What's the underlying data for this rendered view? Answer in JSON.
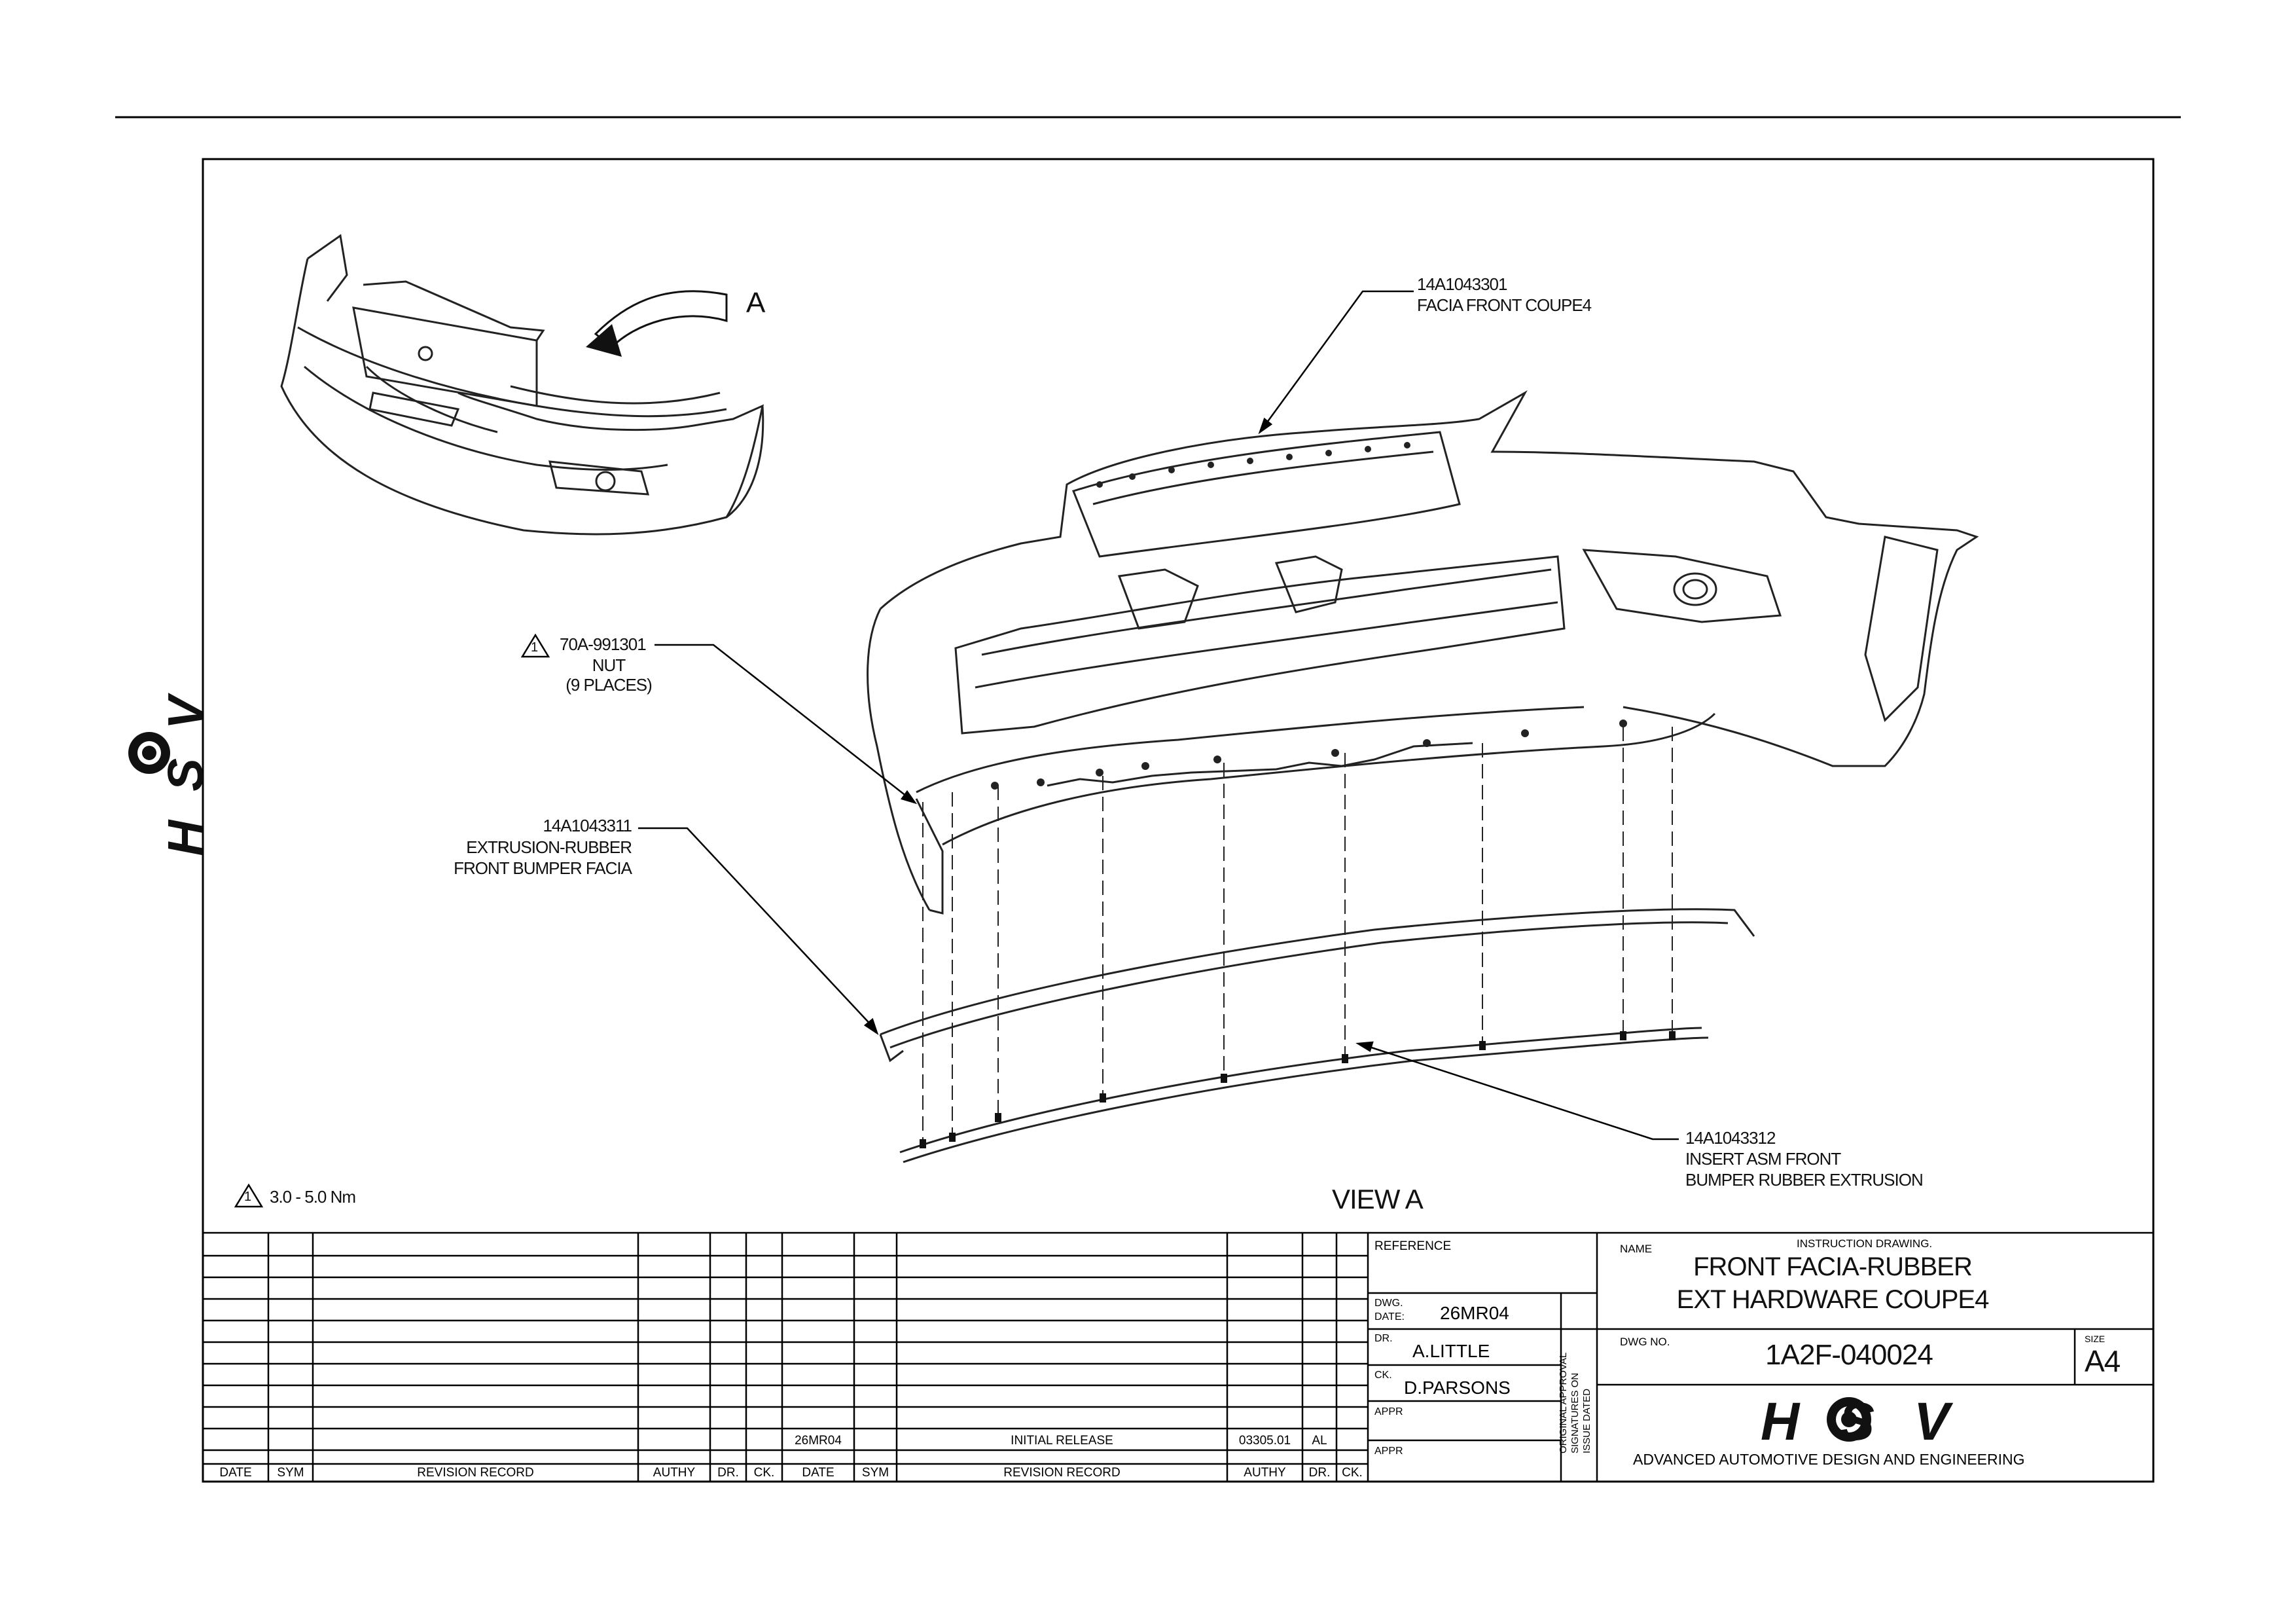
{
  "callouts": {
    "facia": {
      "part": "14A1043301",
      "desc": "FACIA FRONT COUPE4"
    },
    "nut": {
      "part": "70A-991301",
      "desc": "NUT",
      "qty": "(9 PLACES)",
      "note_marker": "1"
    },
    "extrusion": {
      "part": "14A1043311",
      "line1": "EXTRUSION-RUBBER",
      "line2": "FRONT BUMPER FACIA"
    },
    "insert": {
      "part": "14A1043312",
      "line1": "INSERT ASM FRONT",
      "line2": "BUMPER RUBBER EXTRUSION"
    },
    "view_arrow_label": "A"
  },
  "note": {
    "marker": "1",
    "text": "3.0 - 5.0 Nm"
  },
  "view_label": "VIEW A",
  "side_logo_text": "HSV",
  "revision_table": {
    "headers_left": [
      "DATE",
      "SYM",
      "REVISION RECORD",
      "AUTHY",
      "DR.",
      "CK."
    ],
    "headers_right": [
      "DATE",
      "SYM",
      "REVISION RECORD",
      "AUTHY",
      "DR.",
      "CK."
    ],
    "entry": {
      "date": "26MR04",
      "sym": "",
      "record": "INITIAL RELEASE",
      "authy": "03305.01",
      "dr": "AL",
      "ck": ""
    }
  },
  "title_block": {
    "reference_label": "REFERENCE",
    "dwg_date_label_1": "DWG.",
    "dwg_date_label_2": "DATE:",
    "dwg_date": "26MR04",
    "dr_label": "DR.",
    "dr": "A.LITTLE",
    "ck_label": "CK.",
    "ck": "D.PARSONS",
    "appr_label_1": "APPR",
    "appr_label_2": "APPR",
    "approval_note_1": "ORIGINAL APPROVAL",
    "approval_note_2": "SIGNATURES ON",
    "approval_note_3": "ISSUE DATED",
    "name_label": "NAME",
    "drawing_type": "INSTRUCTION DRAWING.",
    "title_line_1": "FRONT FACIA-RUBBER",
    "title_line_2": "EXT HARDWARE COUPE4",
    "dwg_no_label": "DWG NO.",
    "dwg_no": "1A2F-040024",
    "size_label": "SIZE",
    "size": "A4",
    "logo_text": "HSV",
    "company": "ADVANCED AUTOMOTIVE DESIGN AND ENGINEERING"
  }
}
